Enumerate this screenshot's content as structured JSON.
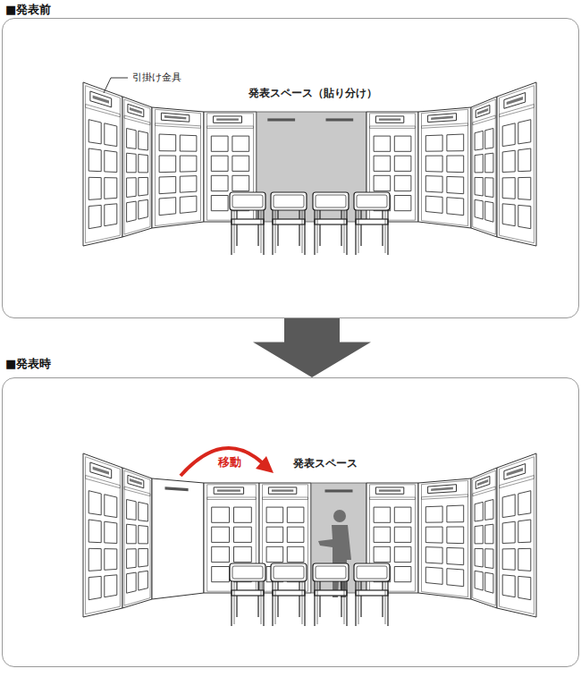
{
  "diagram": {
    "nodes": [
      {
        "text": [
          "■発表前"
        ]
      },
      {
        "text": [
          "■発表時"
        ]
      }
    ],
    "edges": [
      {
        "from": 0,
        "to": 1,
        "arrow": "to"
      }
    ],
    "labels": [
      "引掛け金具",
      "発表スペース（貼り分け）",
      "移動",
      "発表スペース"
    ]
  }
}
